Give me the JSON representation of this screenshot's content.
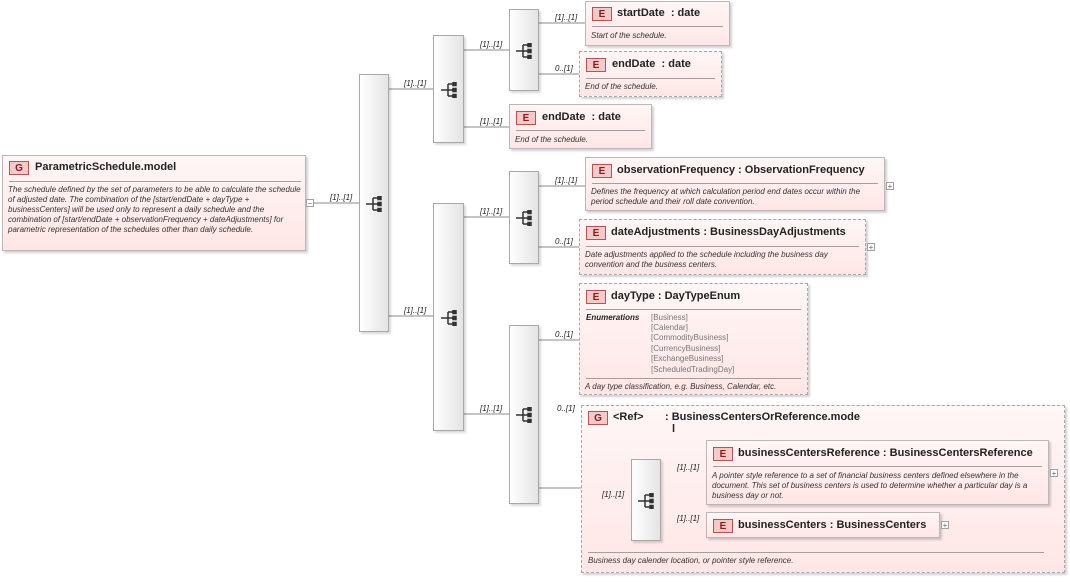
{
  "root": {
    "tag": "G",
    "name": "ParametricSchedule.model",
    "doc": "The schedule defined by the set of parameters to be able to calculate the schedule of adjusted date. The combination of the [start/endDate + dayType + businessCenters] will be used only to represent a daily schedule and the combination of [start/endDate + observationFrequency + dateAdjustments] for parametric representation of the schedules other than daily schedule."
  },
  "cards": {
    "root_seq": "[1]..[1]",
    "seq_a": "[1]..[1]",
    "seq_b": "[1]..[1]",
    "seq_a1": "[1]..[1]",
    "end_date_2": "[1]..[1]",
    "start_date": "[1]..[1]",
    "end_date_1": "0..[1]",
    "seq_b1": "[1]..[1]",
    "seq_b2": "[1]..[1]",
    "obs_freq": "[1]..[1]",
    "date_adj": "0..[1]",
    "day_type": "0..[1]",
    "bc_ref_group": "0..[1]",
    "inner_seq": "[1]..[1]",
    "bc_reference": "[1]..[1]",
    "business_centers": "[1]..[1]"
  },
  "elements": {
    "start_date": {
      "tag": "E",
      "name": "startDate",
      "type": ": date",
      "doc": "Start of the schedule."
    },
    "end_date_1": {
      "tag": "E",
      "name": "endDate",
      "type": ": date",
      "doc": "End of the schedule."
    },
    "end_date_2": {
      "tag": "E",
      "name": "endDate",
      "type": ": date",
      "doc": "End of the schedule."
    },
    "obs_freq": {
      "tag": "E",
      "name": "observationFrequency",
      "type": ": ObservationFrequency",
      "doc": "Defines the frequency at which calculation period end dates occur within the period schedule and their roll date convention."
    },
    "date_adj": {
      "tag": "E",
      "name": "dateAdjustments",
      "type": ": BusinessDayAdjustments",
      "doc": "Date adjustments applied to the schedule including the business day convention and the business centers."
    },
    "day_type": {
      "tag": "E",
      "name": "dayType",
      "type": ": DayTypeEnum",
      "enum_label": "Enumerations",
      "enums": [
        "[Business]",
        "[Calendar]",
        "[CommodityBusiness]",
        "[CurrencyBusiness]",
        "[ExchangeBusiness]",
        "[ScheduledTradingDay]"
      ],
      "doc": "A day type classification, e.g. Business, Calendar, etc."
    },
    "bc_ref_group": {
      "tag": "G",
      "ref": "<Ref>",
      "type_line1": ": BusinessCentersOrReference.mode",
      "type_line2": "l",
      "doc": "Business day calender location, or pointer style reference."
    },
    "bc_reference": {
      "tag": "E",
      "name": "businessCentersReference",
      "type": ": BusinessCentersReference",
      "doc": "A pointer style reference to a set of financial business centers defined elsewhere in the document. This set of business centers is used to determine whether a particular day is a business day or not."
    },
    "business_centers": {
      "tag": "E",
      "name": "businessCenters",
      "type": ": BusinessCenters"
    }
  },
  "icons": {
    "sequence": "sequence-compositor-icon",
    "expand": "plus-expand-icon",
    "collapse": "minus-collapse-icon"
  },
  "colors": {
    "box_fill": "#ffe6e6",
    "tag_fill": "#f3c9c9",
    "tag_border": "#c0504d",
    "line": "#808080"
  }
}
